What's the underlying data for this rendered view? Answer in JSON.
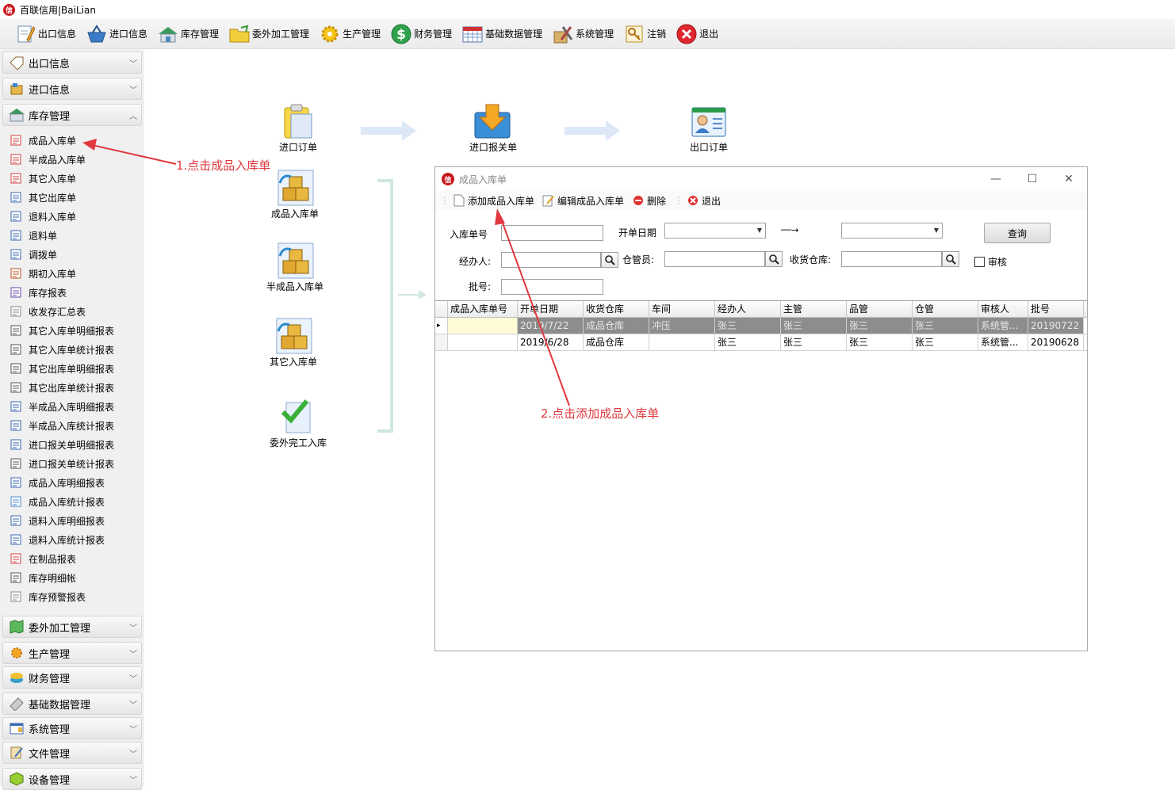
{
  "app": {
    "title": "百联信用|BaiLian",
    "logo_text": "信"
  },
  "toolbar": [
    {
      "label": "出口信息",
      "icon": "edit-note-icon"
    },
    {
      "label": "进口信息",
      "icon": "basket-icon"
    },
    {
      "label": "库存管理",
      "icon": "warehouse-icon"
    },
    {
      "label": "委外加工管理",
      "icon": "folder-icon"
    },
    {
      "label": "生产管理",
      "icon": "gear-icon"
    },
    {
      "label": "财务管理",
      "icon": "dollar-icon"
    },
    {
      "label": "基础数据管理",
      "icon": "calendar-grid-icon"
    },
    {
      "label": "系统管理",
      "icon": "tools-icon"
    },
    {
      "label": "注销",
      "icon": "key-icon"
    },
    {
      "label": "退出",
      "icon": "close-circle-icon"
    }
  ],
  "sidebar": {
    "groups_top": [
      {
        "label": "出口信息",
        "expanded": false
      },
      {
        "label": "进口信息",
        "expanded": false
      },
      {
        "label": "库存管理",
        "expanded": true
      }
    ],
    "items": [
      "成品入库单",
      "半成品入库单",
      "其它入库单",
      "其它出库单",
      "退料入库单",
      "退料单",
      "调拨单",
      "期初入库单",
      "库存报表",
      "收发存汇总表",
      "其它入库单明细报表",
      "其它入库单统计报表",
      "其它出库单明细报表",
      "其它出库单统计报表",
      "半成品入库明细报表",
      "半成品入库统计报表",
      "进口报关单明细报表",
      "进口报关单统计报表",
      "成品入库明细报表",
      "成品入库统计报表",
      "退料入库明细报表",
      "退料入库统计报表",
      "在制品报表",
      "库存明细帐",
      "库存预警报表"
    ],
    "groups_bottom": [
      {
        "label": "委外加工管理"
      },
      {
        "label": "生产管理"
      },
      {
        "label": "财务管理"
      },
      {
        "label": "基础数据管理"
      },
      {
        "label": "系统管理"
      },
      {
        "label": "文件管理"
      },
      {
        "label": "设备管理"
      }
    ]
  },
  "flow": {
    "import_order": "进口订单",
    "import_declaration": "进口报关单",
    "export_order": "出口订单",
    "finished_inbound": "成品入库单",
    "semi_inbound": "半成品入库单",
    "other_inbound": "其它入库单",
    "outsource_inbound": "委外完工入库"
  },
  "dialog": {
    "title": "成品入库单",
    "toolbar": {
      "add": "添加成品入库单",
      "edit": "编辑成品入库单",
      "delete": "删除",
      "exit": "退出"
    },
    "form": {
      "inbound_no_label": "入库单号",
      "open_date_label": "开单日期",
      "range_arrow": "──→",
      "query_button": "查询",
      "handler_label": "经办人:",
      "storekeeper_label": "仓管员:",
      "receiving_wh_label": "收货仓库:",
      "audit_label": "审核",
      "batch_label": "批号:"
    },
    "grid": {
      "columns": [
        "成品入库单号",
        "开单日期",
        "收货仓库",
        "车间",
        "经办人",
        "主管",
        "品管",
        "仓管",
        "审核人",
        "批号"
      ],
      "rows": [
        [
          "",
          "2019/7/22",
          "成品仓库",
          "冲压",
          "张三",
          "张三",
          "张三",
          "张三",
          "系统管...",
          "20190722"
        ],
        [
          "",
          "2019/6/28",
          "成品仓库",
          "",
          "张三",
          "张三",
          "张三",
          "张三",
          "系统管...",
          "20190628"
        ]
      ]
    }
  },
  "annotations": {
    "step1": "1.点击成品入库单",
    "step2": "2.点击添加成品入库单",
    "color": "#e0383e"
  }
}
